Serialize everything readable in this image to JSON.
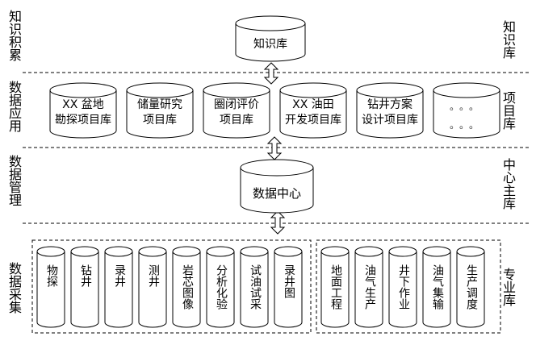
{
  "layers": [
    {
      "left_label": "知识积累",
      "right_label": "知识库"
    },
    {
      "left_label": "数据应用",
      "right_label": "项目库"
    },
    {
      "left_label": "数据管理",
      "right_label": "中心主库"
    },
    {
      "left_label": "数据采集",
      "right_label": "专业库"
    }
  ],
  "knowledge_db": {
    "label": "知识库"
  },
  "project_dbs": [
    {
      "line1": "XX 盆地",
      "line2": "勘探项目库"
    },
    {
      "line1": "储量研究",
      "line2": "项目库"
    },
    {
      "line1": "圈闭评价",
      "line2": "项目库"
    },
    {
      "line1": "XX 油田",
      "line2": "开发项目库"
    },
    {
      "line1": "钻井方案",
      "line2": "设计项目库"
    }
  ],
  "ellipsis_db": {
    "dots_row1": "。。。",
    "dots_row2": "。。。"
  },
  "data_center": {
    "label": "数据中心"
  },
  "collection_group1": [
    "物探",
    "钻井",
    "录井",
    "测井",
    "岩芯图像",
    "分析化验",
    "试油试采",
    "录井图"
  ],
  "collection_group2": [
    "地面工程",
    "油气生产",
    "井下作业",
    "油气集输",
    "生产调度"
  ],
  "colors": {
    "line": "#000000",
    "dash": "#000000",
    "fill": "#ffffff"
  }
}
